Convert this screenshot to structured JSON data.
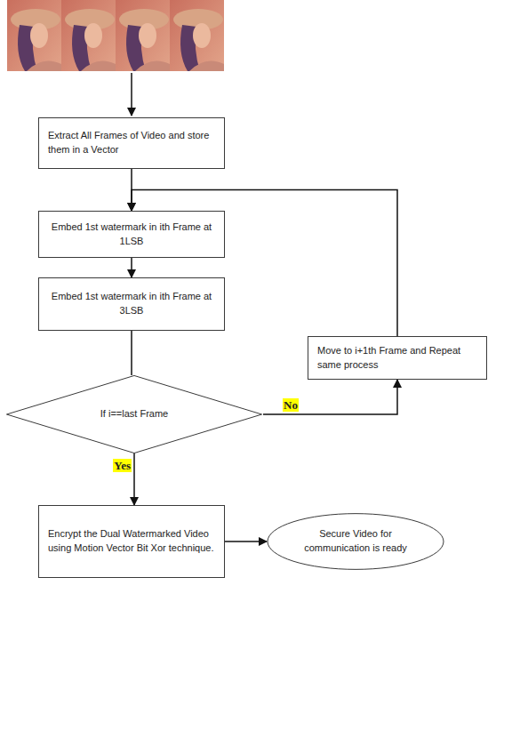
{
  "diagram": {
    "nodes": [
      {
        "text": [
          "Extract All Frames of Video and store them in a Vector"
        ]
      },
      {
        "text": [
          "Embed 1st watermark in ith Frame at 1LSB"
        ]
      },
      {
        "text": [
          "Embed 1st watermark in ith Frame at 3LSB"
        ]
      },
      {
        "text": [
          "If i==last Frame"
        ]
      },
      {
        "text": [
          "Move to i+1th Frame and Repeat same process"
        ]
      },
      {
        "text": [
          "Encrypt the Dual Watermarked Video using Motion Vector Bit Xor technique."
        ]
      },
      {
        "text": [
          "Secure Video for communication is ready"
        ]
      }
    ],
    "edges": [
      {
        "from": 0,
        "to": 1,
        "arrow": "to"
      },
      {
        "from": 1,
        "to": 2,
        "arrow": "to"
      },
      {
        "from": 2,
        "to": 3,
        "arrow": "none"
      },
      {
        "from": 3,
        "to": 4,
        "label": "No",
        "arrow": "to"
      },
      {
        "from": 4,
        "to": 1,
        "arrow": "to"
      },
      {
        "from": 3,
        "to": 5,
        "label": "Yes",
        "arrow": "to"
      },
      {
        "from": 5,
        "to": 6,
        "arrow": "to"
      }
    ]
  }
}
